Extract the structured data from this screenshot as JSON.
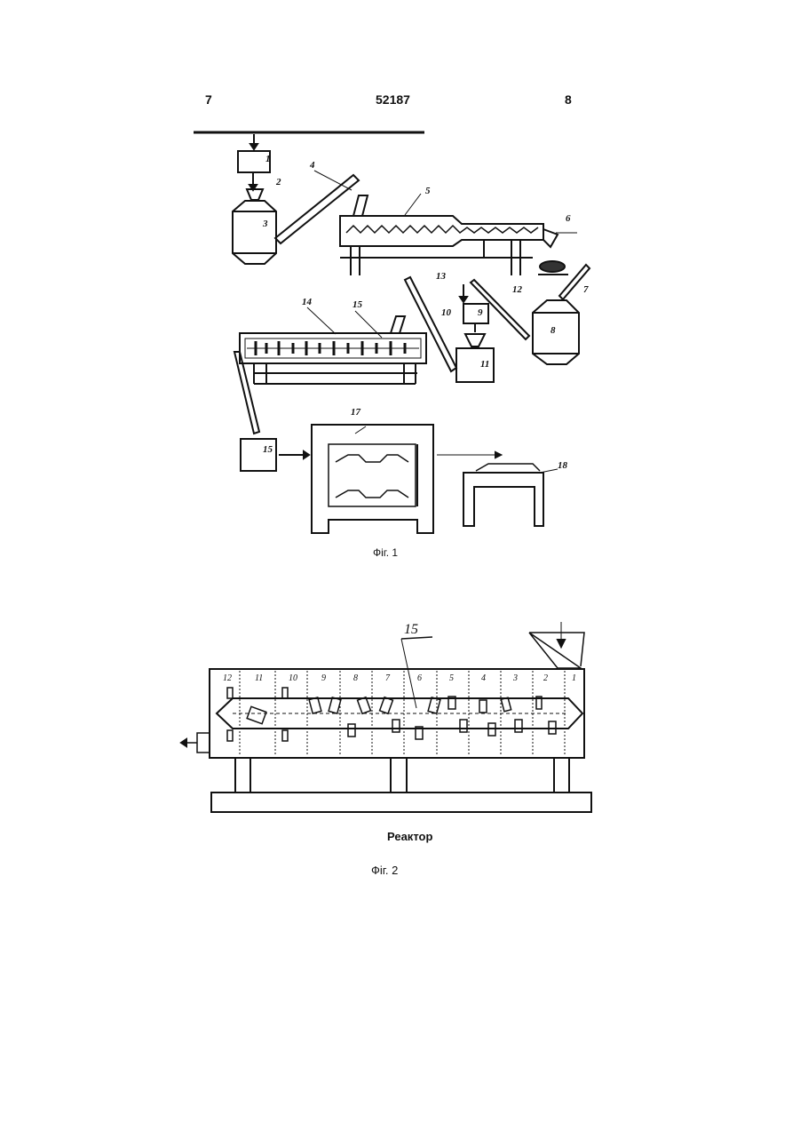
{
  "header": {
    "left_page": "7",
    "doc_number": "52187",
    "right_page": "8"
  },
  "fig1": {
    "caption": "Фіг. 1",
    "labels": [
      "1",
      "2",
      "3",
      "4",
      "5",
      "6",
      "7",
      "8",
      "9",
      "10",
      "11",
      "12",
      "13",
      "14",
      "15",
      "15",
      "17",
      "18"
    ]
  },
  "fig2": {
    "title": "Реактор",
    "caption": "Фіг. 2",
    "callout": "15",
    "segments": [
      "12",
      "11",
      "10",
      "9",
      "8",
      "7",
      "6",
      "5",
      "4",
      "3",
      "2",
      "1"
    ]
  }
}
